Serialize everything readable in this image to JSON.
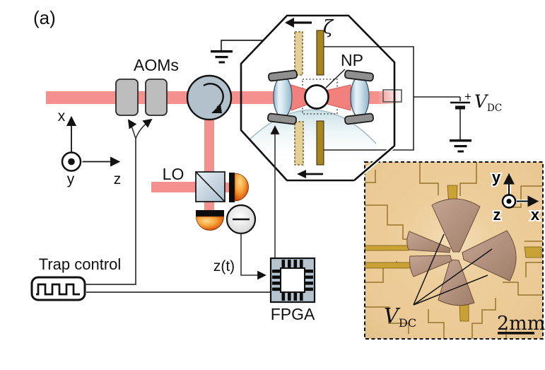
{
  "panel_label": "(a)",
  "colors": {
    "laser_beam": "#f4918e",
    "electrode_gold": "#a8861f",
    "component_fill": "#b2c1cb",
    "detector_orange": "#d94e0a",
    "inset_board_tan": "#eccb96",
    "electrode_bronze": "#b4937f"
  },
  "icons": {
    "circulator_icon": "circular-arrow",
    "trap_control_icon": "square-wave-pulses",
    "fpga_icon": "chip",
    "ground_icon": "earth-ground",
    "battery_icon": "dc-voltage-source",
    "flow_arrow_icon": "left-arrow",
    "out_of_plane_icon": "circled-dot"
  },
  "schematic": {
    "aoms_label": "AOMs",
    "lo_label": "LO",
    "np_label": "NP",
    "zeta_symbol": "ζ",
    "trap_control_label": "Trap control",
    "signal_label": "z(t)",
    "fpga_label": "FPGA",
    "battery_plus": "+",
    "vdc_symbol": "V",
    "vdc_subscript": "DC",
    "axes": {
      "up": "x",
      "out_of_plane": "y",
      "right": "z"
    }
  },
  "inset": {
    "vdc_symbol": "V",
    "vdc_subscript": "DC",
    "scale_label": "2mm",
    "axes": {
      "up": "y",
      "out_of_plane": "z",
      "right": "x"
    }
  }
}
